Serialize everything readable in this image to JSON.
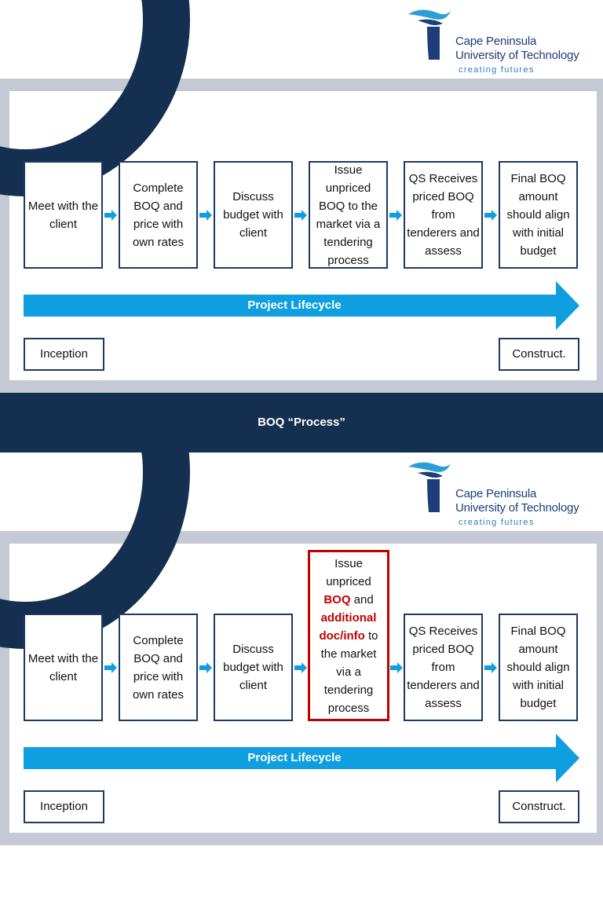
{
  "logo": {
    "line1": "Cape Peninsula",
    "line2": "University of Technology",
    "tagline": "creating futures"
  },
  "slide1": {
    "steps": [
      "Meet with the client",
      "Complete BOQ and price with own rates",
      "Discuss budget with client",
      "Issue unpriced BOQ to the market via a tendering process",
      "QS Receives priced BOQ from tenderers and assess",
      "Final BOQ amount should align with initial budget"
    ],
    "lifecycle": "Project Lifecycle",
    "start_label": "Inception",
    "end_label": "Construct.",
    "caption": "BOQ “Process”"
  },
  "slide2": {
    "steps": [
      "Meet with the client",
      "Complete BOQ and price with own rates",
      "Discuss budget with client",
      "Issue unpriced BOQ and additional doc/info to the market via a tendering process",
      "QS Receives priced BOQ from tenderers and assess",
      "Final BOQ amount should align with initial budget"
    ],
    "highlight_step": {
      "part1": "Issue unpriced ",
      "red1": "BOQ",
      "part2": " and ",
      "red2": "additional doc/info",
      "part3": " to the market via a tendering process"
    },
    "lifecycle": "Project Lifecycle",
    "start_label": "Inception",
    "end_label": "Construct."
  },
  "colors": {
    "navy": "#142f50",
    "box_border": "#1c3a64",
    "arrow_blue": "#0f9ee0",
    "highlight_red": "#c00000",
    "frame_grey": "#c5c9d3"
  }
}
